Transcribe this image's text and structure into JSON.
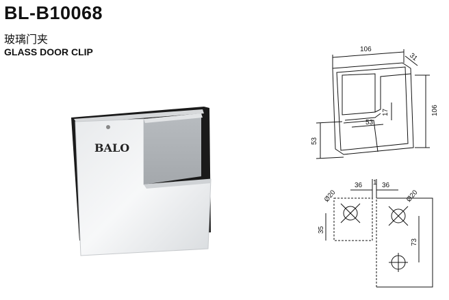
{
  "product": {
    "model": "BL-B10068",
    "name_cn": "玻璃门夹",
    "name_en": "GLASS DOOR CLIP",
    "brand": "BALO"
  },
  "front_view_dims": {
    "width": "106",
    "depth": "31",
    "height": "106",
    "notch_width": "53",
    "notch_height": "53",
    "lip": "17"
  },
  "hole_layout_dims": {
    "left_diameter": "Ø20",
    "left_offset": "36",
    "gap": "1",
    "right_offset": "36",
    "right_diameter": "Ø20",
    "left_vertical": "35",
    "right_vertical": "73"
  }
}
